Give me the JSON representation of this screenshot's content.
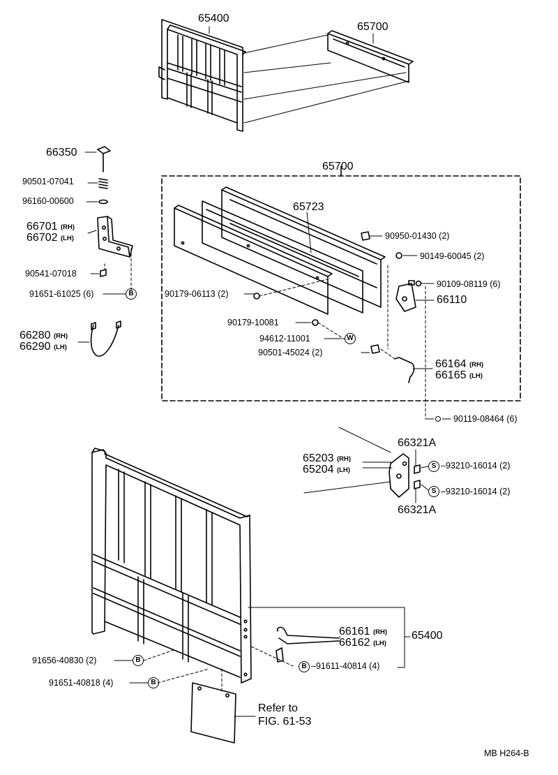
{
  "labels": {
    "p65400_top": "65400",
    "p65700_top": "65700",
    "p66350": "66350",
    "p90501_07041": "90501-07041",
    "p96160": "96160-00600",
    "p66701": "66701",
    "p66702": "66702",
    "p90541": "90541-07018",
    "p91651_61025": "91651-61025 (6)",
    "p66280": "66280",
    "p66290": "66290",
    "p65700_box": "65700",
    "p65723": "65723",
    "p90950": "90950-01430 (2)",
    "p90149": "90149-60045 (2)",
    "p90109": "90109-08119 (6)",
    "p66110": "66110",
    "p90179_06113": "90179-06113 (2)",
    "p90179_10081": "90179-10081",
    "p94612": "94612-11001",
    "p90501_45024": "90501-45024 (2)",
    "p66164": "66164",
    "p66165": "66165",
    "p90119": "90119-08464 (6)",
    "p66321A_top": "66321A",
    "p65203": "65203",
    "p65204": "65204",
    "p93210_a": "93210-16014 (2)",
    "p93210_b": "93210-16014 (2)",
    "p66321A_bot": "66321A",
    "p66161": "66161",
    "p66162": "66162",
    "p65400_bot": "65400",
    "p91611": "91611-40814 (4)",
    "p91656": "91656-40830 (2)",
    "p91651_40818": "91651-40818 (4)",
    "refer_line1": "Refer to",
    "refer_line2": "FIG. 61-53",
    "footer": "MB  H264-B"
  },
  "tags": {
    "rh": "(RH)",
    "lh": "(LH)"
  },
  "symbols": {
    "b": "B",
    "w": "W",
    "s": "S"
  }
}
